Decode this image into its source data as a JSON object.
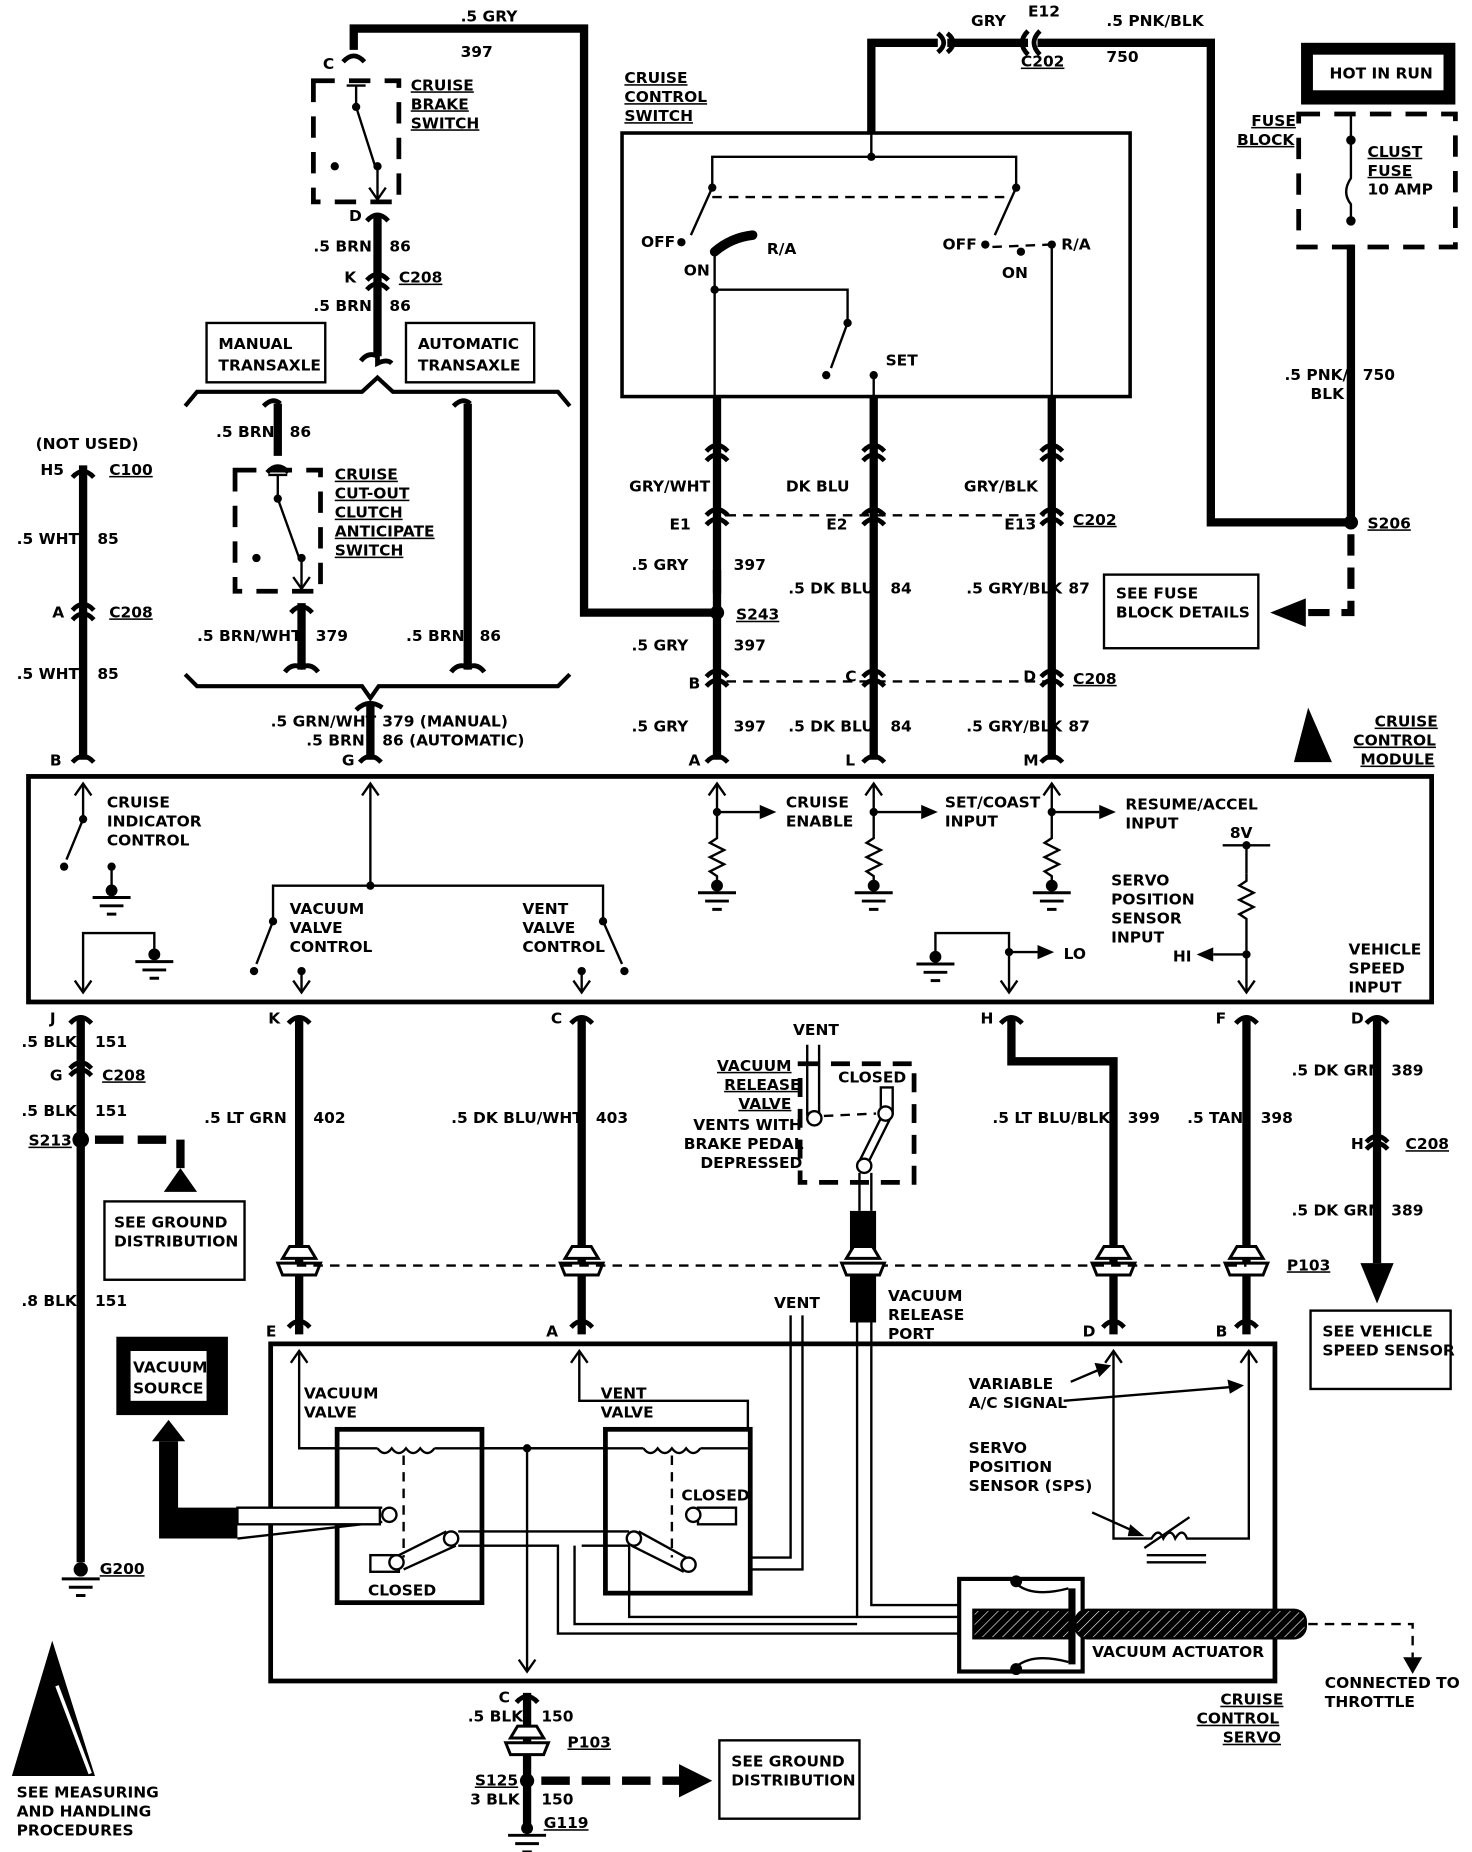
{
  "colors": {
    "ink": "#000000",
    "paper": "#ffffff"
  },
  "top_wire": {
    "label": ".5 GRY",
    "circuit": "397"
  },
  "brake_switch": {
    "title": [
      "CRUISE",
      "BRAKE",
      "SWITCH"
    ],
    "pin_top": "C",
    "pin_bottom": "D",
    "wire1": {
      "label": ".5 BRN",
      "circuit": "86"
    },
    "conn": {
      "pin": "K",
      "name": "C208"
    },
    "wire2": {
      "label": ".5 BRN",
      "circuit": "86"
    }
  },
  "transaxle": {
    "manual": [
      "MANUAL",
      "TRANSAXLE"
    ],
    "automatic": [
      "AUTOMATIC",
      "TRANSAXLE"
    ]
  },
  "clutch_switch": {
    "title": [
      "CRUISE",
      "CUT-OUT",
      "CLUTCH",
      "ANTICIPATE",
      "SWITCH"
    ],
    "wire_in": {
      "label": ".5 BRN",
      "circuit": "86"
    },
    "wire_out": {
      "label": ".5 BRN/WHT",
      "circuit": "379"
    },
    "auto_wire": {
      "label": ".5 BRN",
      "circuit": "86"
    }
  },
  "merged_wire": {
    "line1_label": ".5 GRN/WHT",
    "line1_circuit": "379 (MANUAL)",
    "line2_label": ".5 BRN",
    "line2_circuit": "86 (AUTOMATIC)",
    "pin": "G"
  },
  "indicator_wire": {
    "not_used": "(NOT USED)",
    "pin_top": "H5",
    "conn_top": "C100",
    "wire1": {
      "label": ".5 WHT",
      "circuit": "85"
    },
    "conn_mid": {
      "pin": "A",
      "name": "C208"
    },
    "wire2": {
      "label": ".5 WHT",
      "circuit": "85"
    },
    "pin_bottom": "B"
  },
  "cruise_switch": {
    "title": [
      "CRUISE",
      "CONTROL",
      "SWITCH"
    ],
    "feed": {
      "label": "GRY",
      "pin": "E12",
      "conn": "C202",
      "label2": ".5 PNK/BLK",
      "circuit": "750"
    },
    "left": {
      "off": "OFF",
      "on": "ON",
      "ra": "R/A"
    },
    "right": {
      "off": "OFF",
      "on": "ON",
      "ra": "R/A"
    },
    "set": "SET"
  },
  "fuse": {
    "hot": "HOT IN RUN",
    "block": [
      "FUSE",
      "BLOCK"
    ],
    "fuse": [
      "CLUST",
      "FUSE",
      "10 AMP"
    ],
    "wire": {
      "label1": ".5 PNK/",
      "label2": "BLK",
      "circuit": "750"
    },
    "splice": "S206",
    "see": [
      "SEE FUSE",
      "BLOCK DETAILS"
    ]
  },
  "switch_wires": [
    {
      "upper": "GRY/WHT",
      "pin_c202": "E1",
      "mid_label": ".5 GRY",
      "mid_circuit": "397",
      "splice": "S243",
      "low_label": ".5 GRY",
      "low_circuit": "397",
      "pin_c208": "B",
      "bot_label": ".5 GRY",
      "bot_circuit": "397",
      "pin_module": "A"
    },
    {
      "upper": "DK BLU",
      "pin_c202": "E2",
      "mid_label": ".5 DK BLU",
      "mid_circuit": "84",
      "pin_c208": "C",
      "bot_label": ".5 DK BLU",
      "bot_circuit": "84",
      "pin_module": "L"
    },
    {
      "upper": "GRY/BLK",
      "pin_c202": "E13",
      "mid_label": ".5 GRY/BLK",
      "mid_circuit": "87",
      "pin_c208": "D",
      "bot_label": ".5 GRY/BLK",
      "bot_circuit": "87",
      "pin_module": "M"
    }
  ],
  "conn_c202": "C202",
  "conn_c208": "C208",
  "module": {
    "title": [
      "CRUISE",
      "CONTROL",
      "MODULE"
    ],
    "indicator": [
      "CRUISE",
      "INDICATOR",
      "CONTROL"
    ],
    "vacuum_ctrl": [
      "VACUUM",
      "VALVE",
      "CONTROL"
    ],
    "vent_ctrl": [
      "VENT",
      "VALVE",
      "CONTROL"
    ],
    "enable": [
      "CRUISE",
      "ENABLE"
    ],
    "setcoast": [
      "SET/COAST",
      "INPUT"
    ],
    "resume": [
      "RESUME/ACCEL",
      "INPUT"
    ],
    "sps": [
      "SERVO",
      "POSITION",
      "SENSOR",
      "INPUT"
    ],
    "v8": "8V",
    "lo": "LO",
    "hi": "HI",
    "vss": [
      "VEHICLE",
      "SPEED",
      "INPUT"
    ]
  },
  "lower_wires": [
    {
      "pin": "J",
      "label": ".5 BLK",
      "circuit": "151"
    },
    {
      "pin": "K",
      "label": ".5  LT GRN",
      "circuit": "402"
    },
    {
      "pin": "C",
      "label": ".5 DK BLU/WHT",
      "circuit": "403"
    },
    {
      "pin": "H",
      "label": ".5 LT BLU/BLK",
      "circuit": "399"
    },
    {
      "pin": "F",
      "label": ".5 TAN",
      "circuit": "398"
    },
    {
      "pin": "D",
      "label": ".5 DK GRN",
      "circuit": "389"
    }
  ],
  "ground_left": {
    "conn": {
      "pin": "G",
      "name": "C208"
    },
    "wire2": {
      "label": ".5 BLK",
      "circuit": "151"
    },
    "splice": "S213",
    "see": [
      "SEE GROUND",
      "DISTRIBUTION"
    ],
    "wire3": {
      "label": ".8 BLK",
      "circuit": "151"
    },
    "ground": "G200"
  },
  "vss_wire": {
    "conn": {
      "pin": "H",
      "name": "C208"
    },
    "wire2": {
      "label": ".5 DK GRN",
      "circuit": "389"
    },
    "see": [
      "SEE VEHICLE",
      "SPEED SENSOR"
    ]
  },
  "vacuum_release": {
    "vent": "VENT",
    "title": [
      "VACUUM",
      "RELEASE",
      "VALVE"
    ],
    "closed": "CLOSED",
    "note": [
      "VENTS WITH",
      "BRAKE PEDAL",
      "DEPRESSED"
    ],
    "port": [
      "VACUUM",
      "RELEASE",
      "PORT"
    ]
  },
  "p103": "P103",
  "servo": {
    "title": [
      "CRUISE",
      "CONTROL",
      "SERVO"
    ],
    "pins": [
      "E",
      "A",
      "D",
      "B"
    ],
    "vent": "VENT",
    "vacuum_source": [
      "VACUUM",
      "SOURCE"
    ],
    "vacuum_valve": [
      "VACUUM",
      "VALVE"
    ],
    "vent_valve": [
      "VENT",
      "VALVE"
    ],
    "closed": "CLOSED",
    "variable": [
      "VARIABLE",
      "A/C SIGNAL"
    ],
    "sps": [
      "SERVO",
      "POSITION",
      "SENSOR (SPS)"
    ],
    "actuator": "VACUUM ACTUATOR",
    "throttle": [
      "CONNECTED TO",
      "THROTTLE"
    ]
  },
  "ground_bottom": {
    "pin": "C",
    "wire1": {
      "label": ".5 BLK",
      "circuit": "150"
    },
    "p103": "P103",
    "splice": "S125",
    "wire2": {
      "label": "3 BLK",
      "circuit": "150"
    },
    "ground": "G119",
    "see": [
      "SEE GROUND",
      "DISTRIBUTION"
    ]
  },
  "esd_note": [
    "SEE MEASURING",
    "AND HANDLING",
    "PROCEDURES"
  ]
}
